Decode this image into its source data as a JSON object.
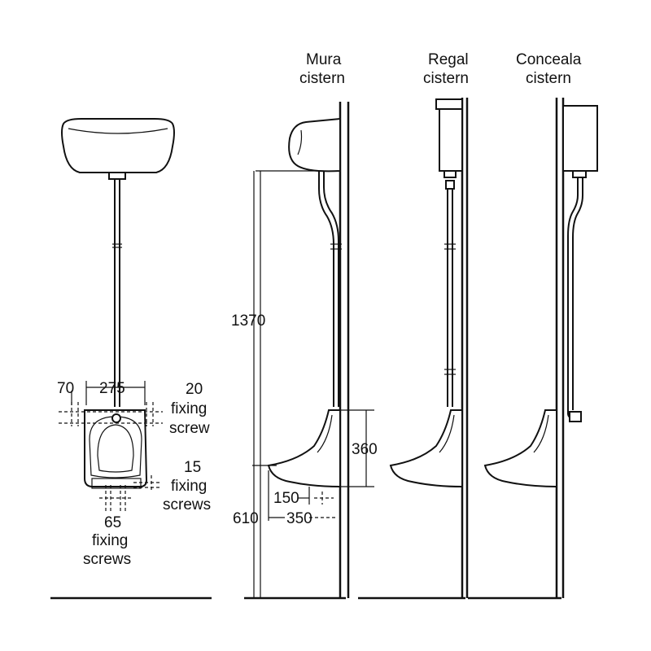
{
  "columns": {
    "mura": {
      "line1": "Mura",
      "line2": "cistern"
    },
    "regal": {
      "line1": "Regal",
      "line2": "cistern"
    },
    "conceala": {
      "line1": "Conceala",
      "line2": "cistern"
    }
  },
  "front_view": {
    "dim_70": "70",
    "dim_275": "275",
    "screw_top": {
      "qty": "20",
      "line1": "fixing",
      "line2": "screw"
    },
    "screw_side": {
      "qty": "15",
      "line1": "fixing",
      "line2": "screws"
    },
    "screw_bottom": {
      "qty": "65",
      "line1": "fixing",
      "line2": "screws"
    }
  },
  "side_view": {
    "dim_1370": "1370",
    "dim_360": "360",
    "dim_150": "150",
    "dim_610": "610",
    "dim_350": "350"
  }
}
